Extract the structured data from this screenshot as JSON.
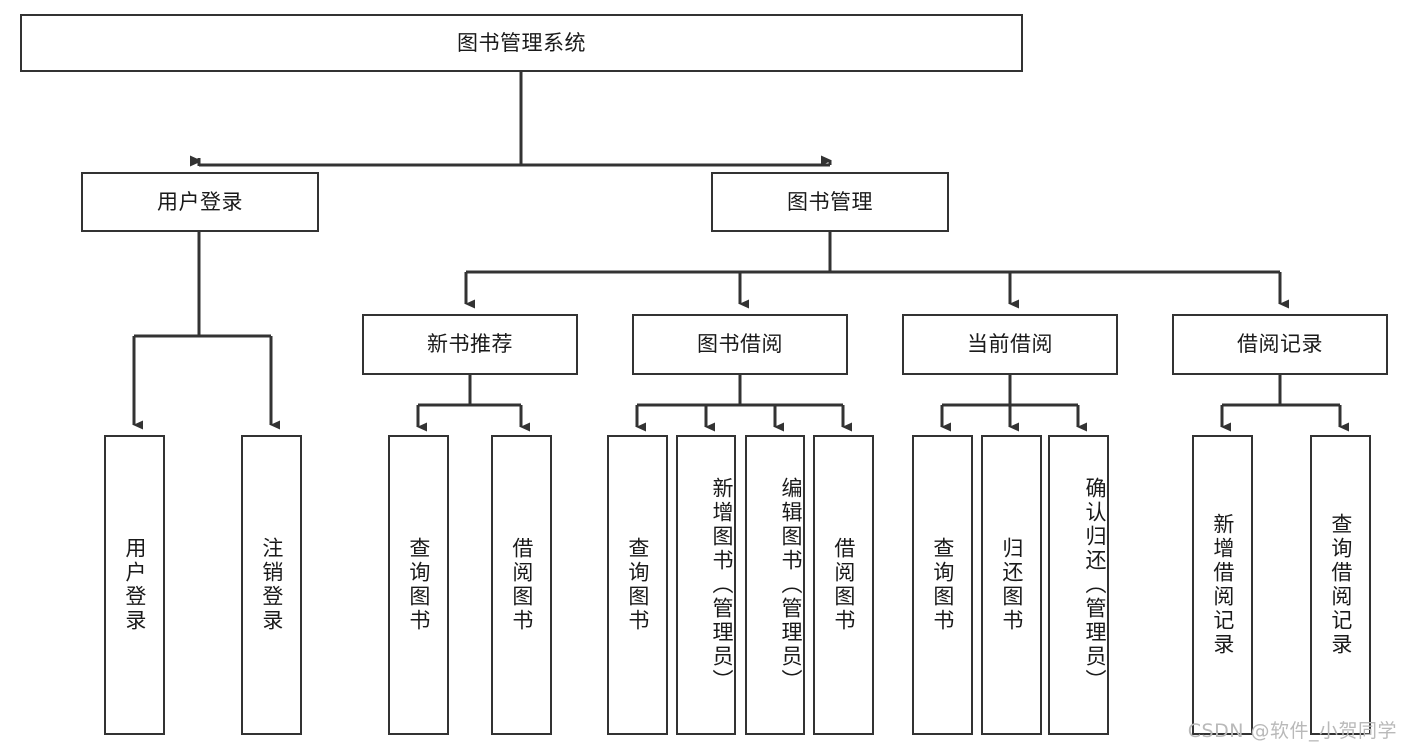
{
  "diagram": {
    "title": "图书管理系统",
    "type": "tree-hierarchy-chart",
    "colors": {
      "background": "#ffffff",
      "node_border": "#333333",
      "node_fill": "#ffffff",
      "connector": "#333333",
      "text": "#1a1a1a",
      "watermark": "#b9b9b9"
    },
    "root": {
      "label": "图书管理系统"
    },
    "level2": [
      {
        "label": "用户登录"
      },
      {
        "label": "图书管理"
      }
    ],
    "level3": [
      {
        "label": "新书推荐"
      },
      {
        "label": "图书借阅"
      },
      {
        "label": "当前借阅"
      },
      {
        "label": "借阅记录"
      }
    ],
    "leaves": {
      "user_login": [
        {
          "label": "用户登录"
        },
        {
          "label": "注销登录"
        }
      ],
      "new_book_recommend": [
        {
          "label": "查询图书"
        },
        {
          "label": "借阅图书"
        }
      ],
      "book_borrow": [
        {
          "label": "查询图书"
        },
        {
          "label": "新增图书（管理员）"
        },
        {
          "label": "编辑图书（管理员）"
        },
        {
          "label": "借阅图书"
        }
      ],
      "current_borrow": [
        {
          "label": "查询图书"
        },
        {
          "label": "归还图书"
        },
        {
          "label": "确认归还（管理员）"
        }
      ],
      "borrow_record": [
        {
          "label": "新增借阅记录"
        },
        {
          "label": "查询借阅记录"
        }
      ]
    },
    "watermark": "CSDN @软件_小贺同学"
  }
}
